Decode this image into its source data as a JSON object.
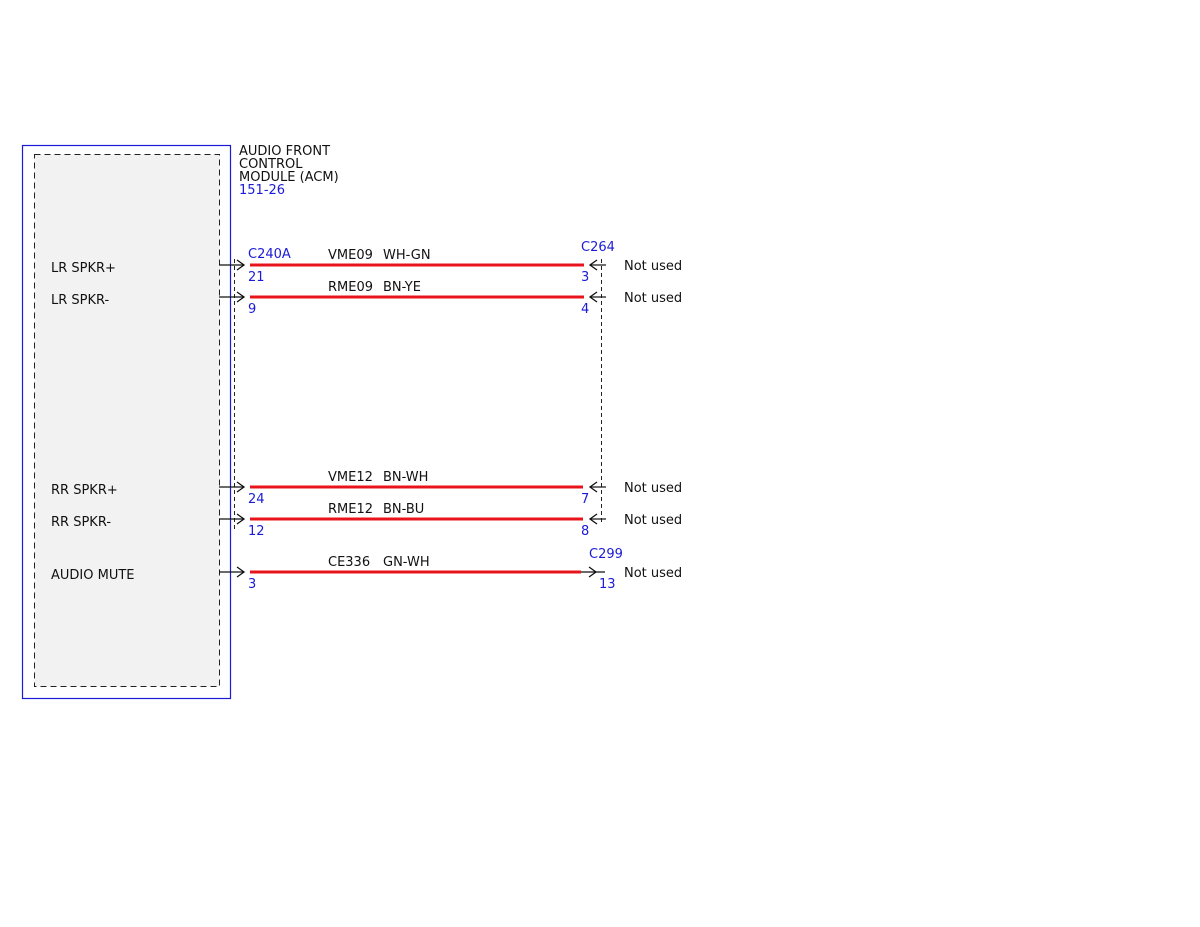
{
  "colors": {
    "wire": "#e8141b",
    "module_outline": "#1a1ad8",
    "connector_label": "#1a1ad8",
    "module_fill": "#f2f2f2",
    "text": "#111111"
  },
  "module": {
    "title_lines": [
      "AUDIO FRONT",
      "CONTROL",
      "MODULE (ACM)"
    ],
    "ref": "151-26"
  },
  "connectors": {
    "module_side": "C240A",
    "far_side_top": "C264",
    "far_side_bottom": "C299"
  },
  "circuits": [
    {
      "signal": "LR SPKR+",
      "circuit": "VME09",
      "color": "WH-GN",
      "pin_left": "21",
      "pin_right": "3",
      "far_end": "Not used"
    },
    {
      "signal": "LR SPKR-",
      "circuit": "RME09",
      "color": "BN-YE",
      "pin_left": "9",
      "pin_right": "4",
      "far_end": "Not used"
    },
    {
      "signal": "RR SPKR+",
      "circuit": "VME12",
      "color": "BN-WH",
      "pin_left": "24",
      "pin_right": "7",
      "far_end": "Not used"
    },
    {
      "signal": "RR SPKR-",
      "circuit": "RME12",
      "color": "BN-BU",
      "pin_left": "12",
      "pin_right": "8",
      "far_end": "Not used"
    },
    {
      "signal": "AUDIO MUTE",
      "circuit": "CE336",
      "color": "GN-WH",
      "pin_left": "3",
      "pin_right": "13",
      "far_end": "Not used"
    }
  ]
}
